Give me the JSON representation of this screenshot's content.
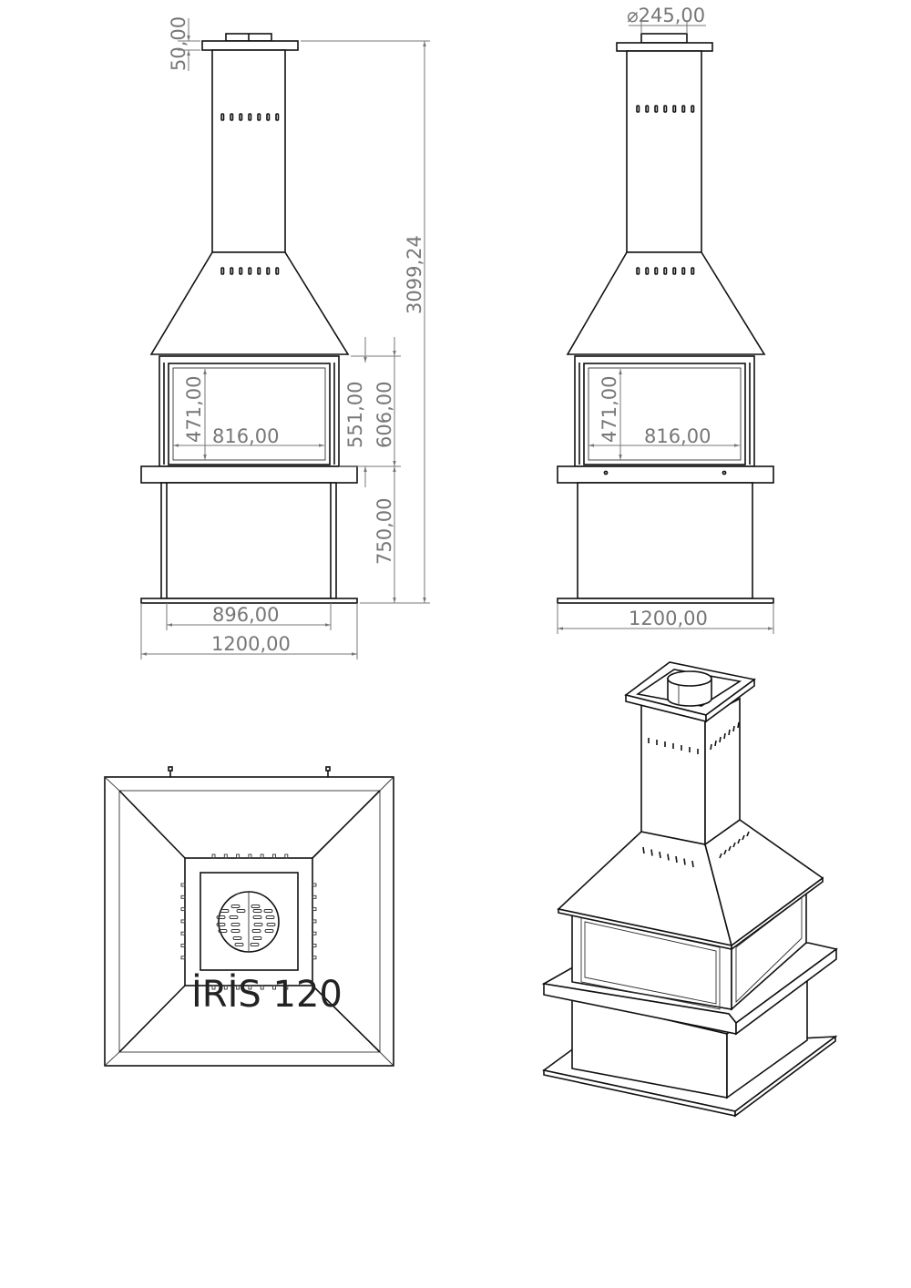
{
  "title": "İRİS 120",
  "front_view": {
    "dims": {
      "cap_height": "50,00",
      "total_height": "3099,24",
      "glass_height": "471,00",
      "glass_width": "816,00",
      "opening_height": "551,00",
      "firebox_height": "606,00",
      "base_height": "750,00",
      "inner_width": "896,00",
      "overall_width": "1200,00"
    }
  },
  "side_view": {
    "dims": {
      "flue_diameter": "⌀245,00",
      "glass_height": "471,00",
      "glass_width": "816,00",
      "overall_width": "1200,00"
    }
  }
}
